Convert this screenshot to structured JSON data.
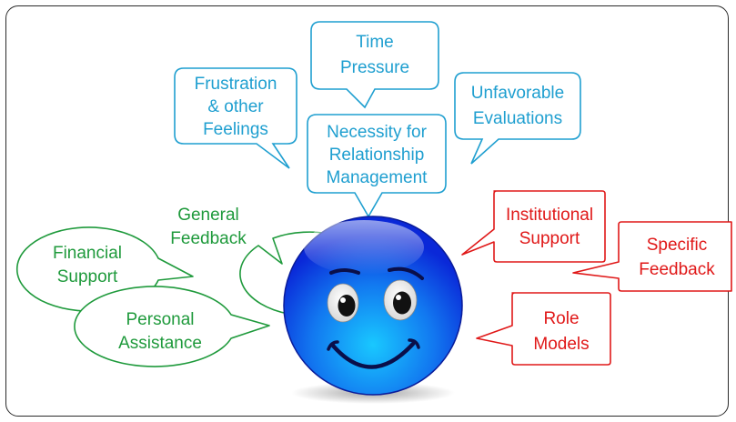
{
  "colors": {
    "blue": "#1f9fd0",
    "green": "#1f9a3c",
    "red": "#e01818",
    "face_dark": "#0a28d8",
    "face_light": "#19c8ff"
  },
  "bubbles": {
    "time_pressure": [
      "Time",
      "Pressure"
    ],
    "frustration": [
      "Frustration",
      "& other",
      "Feelings"
    ],
    "unfavorable": [
      "Unfavorable",
      "Evaluations"
    ],
    "relationship": [
      "Necessity for",
      "Relationship",
      "Management"
    ],
    "general_feedback": [
      "General",
      "Feedback"
    ],
    "financial_support": [
      "Financial",
      "Support"
    ],
    "personal_assistance": [
      "Personal",
      "Assistance"
    ],
    "institutional_support": [
      "Institutional",
      "Support"
    ],
    "specific_feedback": [
      "Specific",
      "Feedback"
    ],
    "role_models": [
      "Role",
      "Models"
    ]
  },
  "smiley_icon": "smiling-face-icon"
}
